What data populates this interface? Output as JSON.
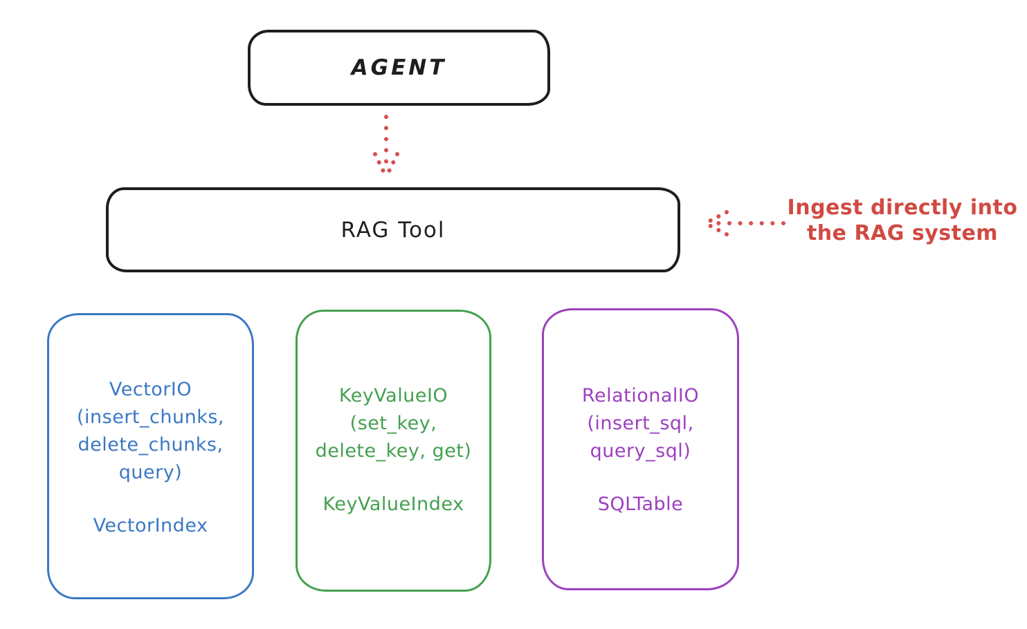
{
  "diagram": {
    "agent": {
      "label": "AGENT"
    },
    "rag_tool": {
      "label": "RAG Tool"
    },
    "annotation": {
      "line1": "Ingest directly into",
      "line2": "the RAG system"
    },
    "boxes": {
      "vector": {
        "title": "VectorIO",
        "method_lines": [
          "(insert_chunks,",
          "delete_chunks,",
          "query)"
        ],
        "index": "VectorIndex",
        "color": "#3b78c4"
      },
      "keyvalue": {
        "title": "KeyValueIO",
        "method_lines": [
          "(set_key,",
          "delete_key, get)"
        ],
        "index": "KeyValueIndex",
        "color": "#44a050"
      },
      "relational": {
        "title": "RelationalIO",
        "method_lines": [
          "(insert_sql,",
          "query_sql)"
        ],
        "index": "SQLTable",
        "color": "#9c3fbf"
      }
    },
    "colors": {
      "stroke_black": "#1e1e1e",
      "arrow_red": "#d94f4f",
      "annotation_red": "#d04a42"
    }
  }
}
